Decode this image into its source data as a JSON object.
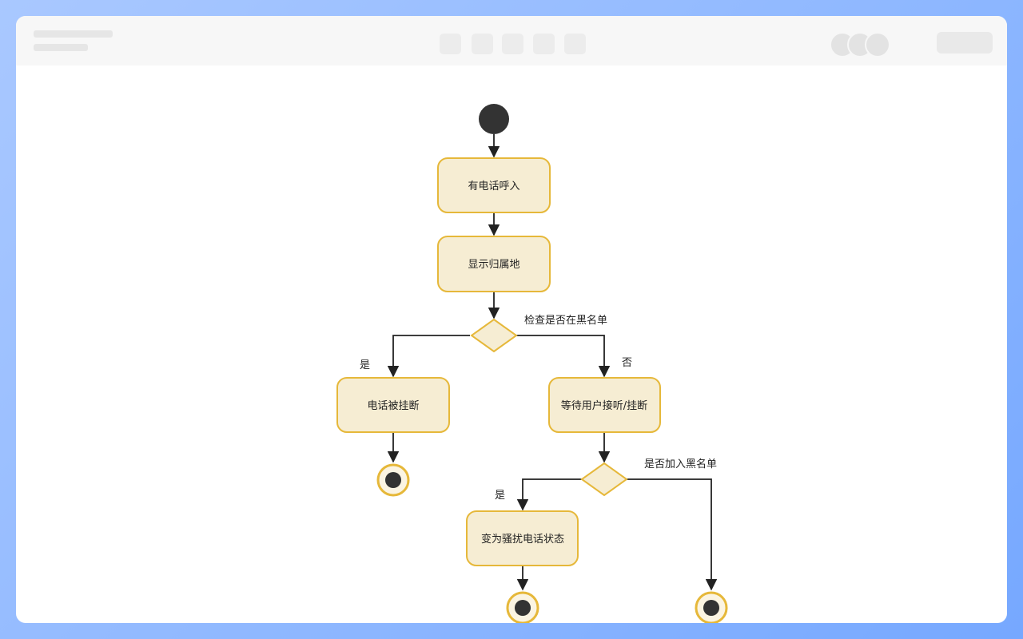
{
  "diagram": {
    "nodes": {
      "incoming_call": "有电话呼入",
      "show_location": "显示归属地",
      "call_hung_up": "电话被挂断",
      "wait_user": "等待用户接听/挂断",
      "mark_harassment": "变为骚扰电话状态"
    },
    "decisions": {
      "check_blacklist": "检查是否在黑名单",
      "add_blacklist": "是否加入黑名单"
    },
    "edge_labels": {
      "yes_1": "是",
      "no_1": "否",
      "yes_2": "是"
    }
  },
  "colors": {
    "node_fill": "#f6edd3",
    "node_stroke": "#e6b83a",
    "start_fill": "#333333",
    "end_ring": "#e6b83a",
    "end_inner": "#fbf4e2",
    "line": "#222222",
    "canvas_bg": "#ffffff"
  }
}
